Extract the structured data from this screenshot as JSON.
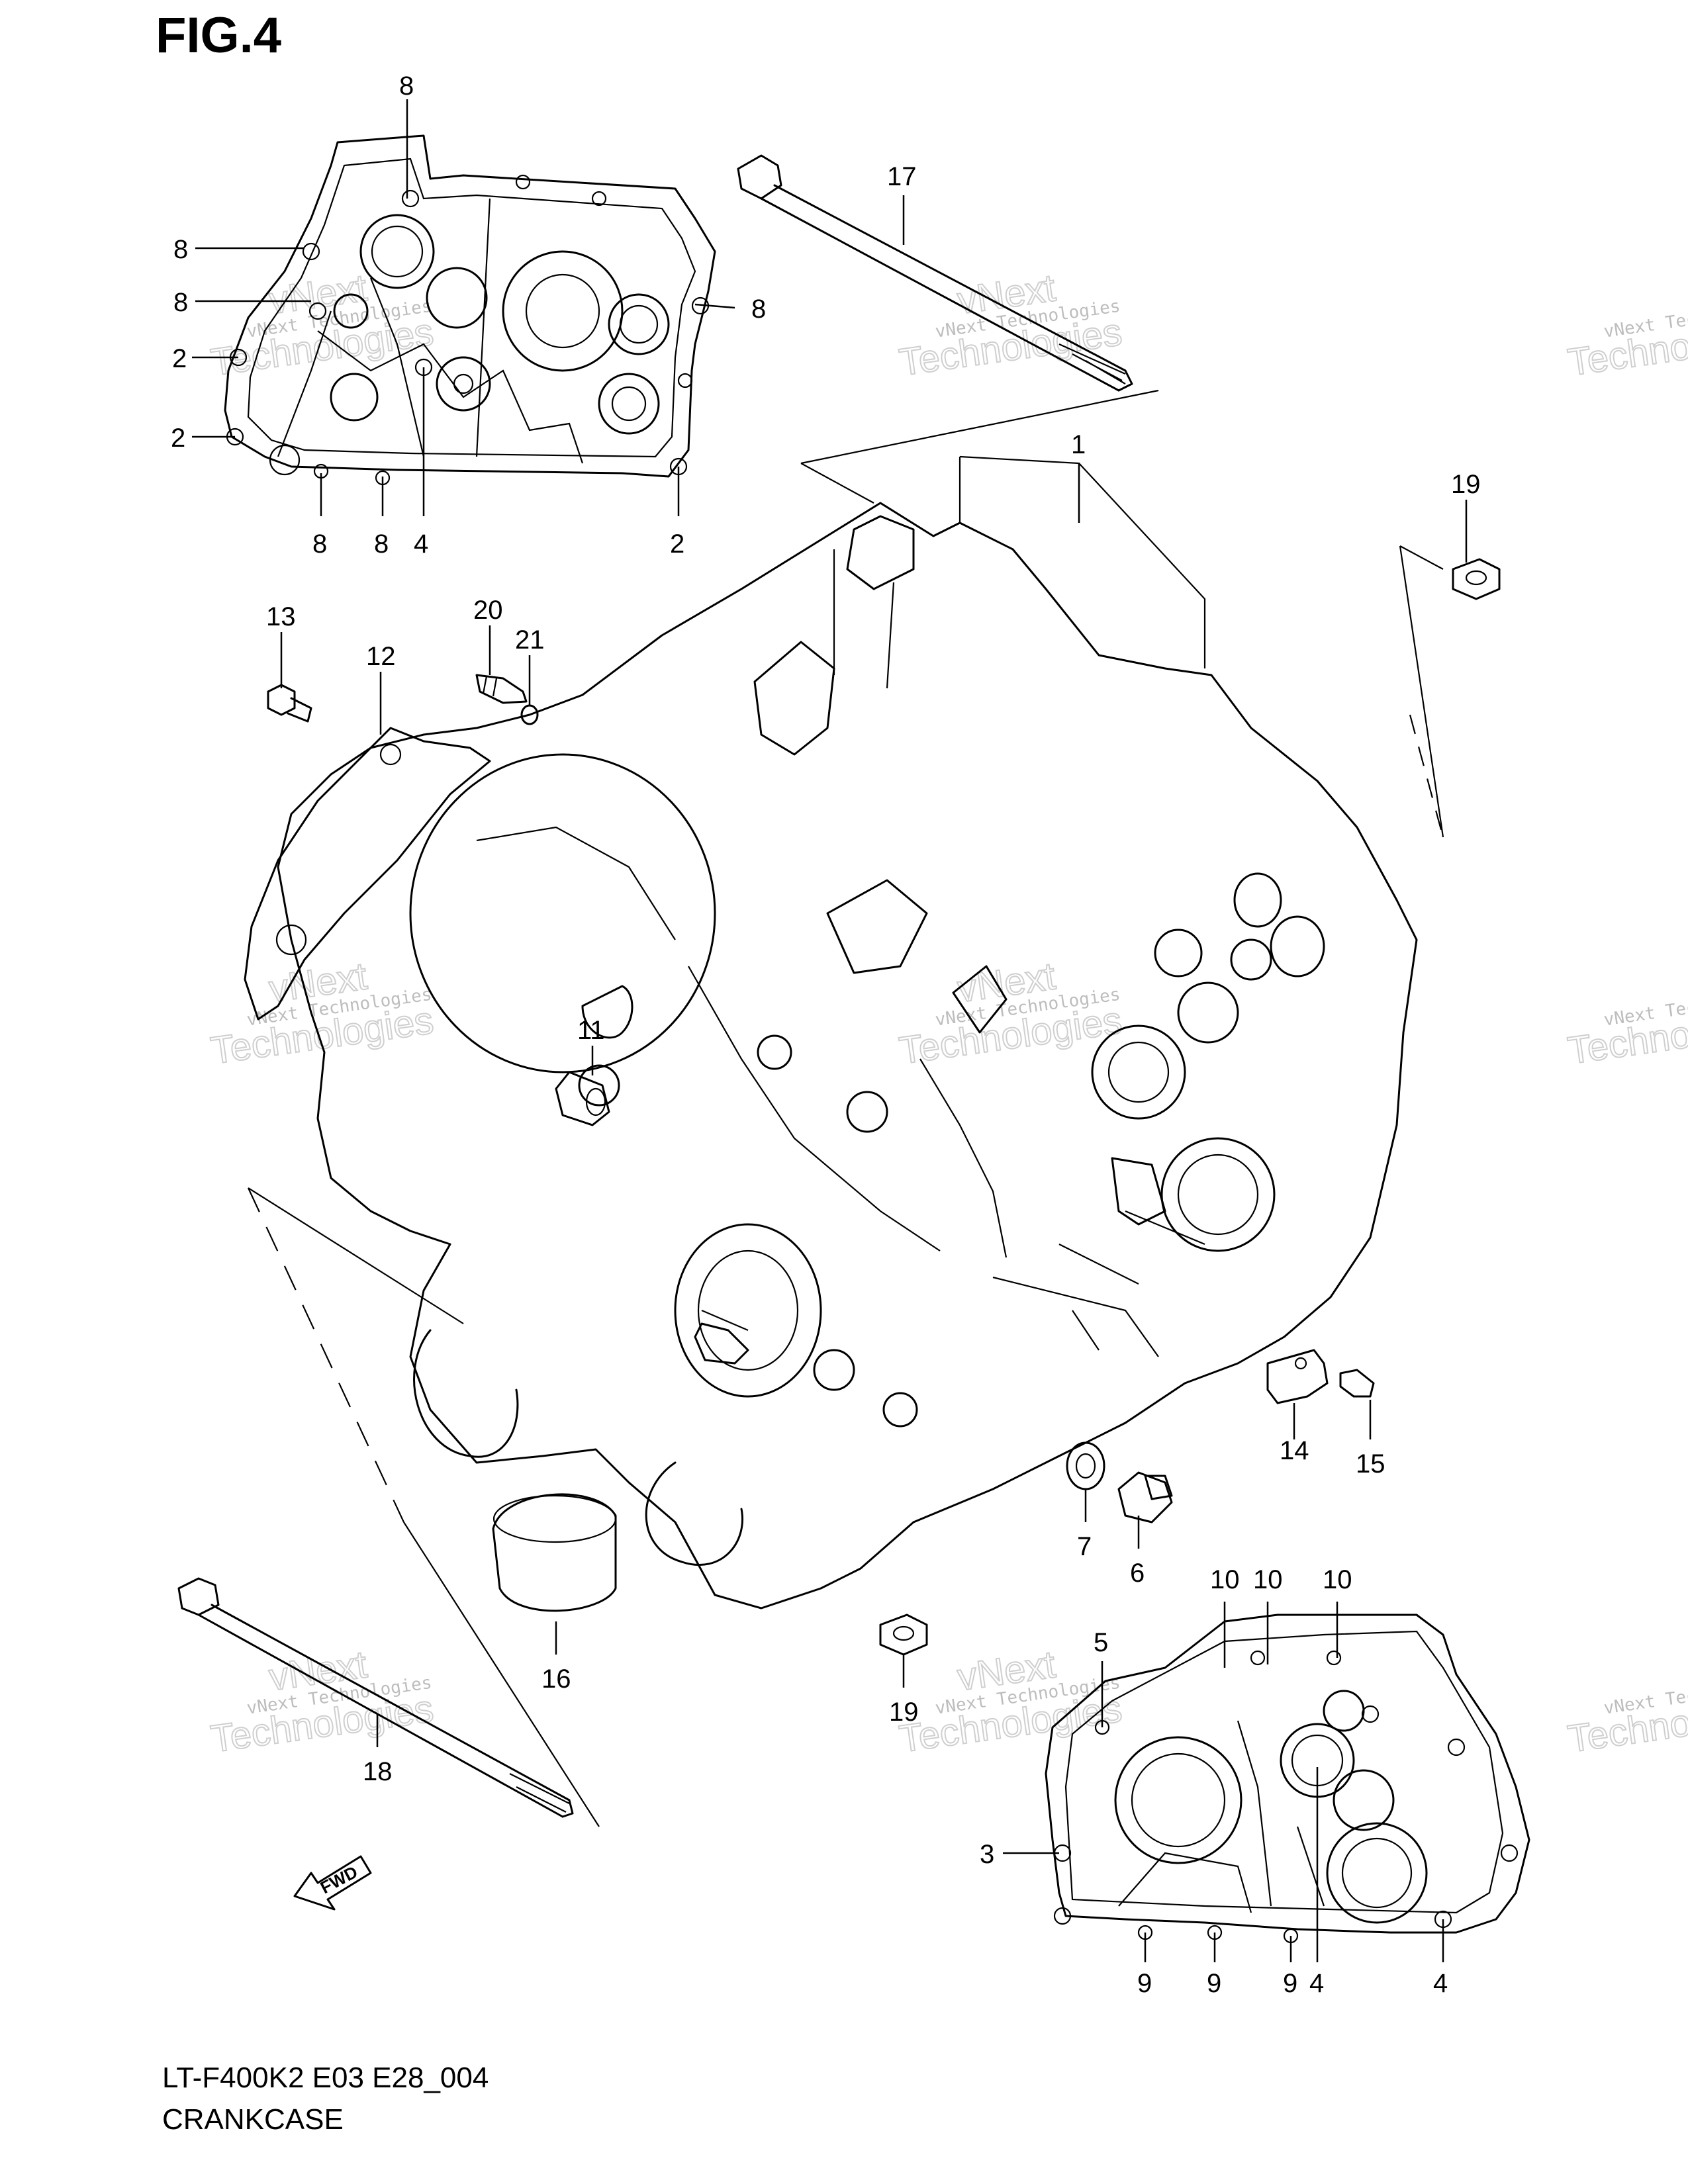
{
  "figure": {
    "title": "FIG.4",
    "model_code": "LT-F400K2 E03 E28_004",
    "section_name": "CRANKCASE",
    "fwd_label": "FWD"
  },
  "watermark": {
    "line1": "vNext Technologies",
    "line2": "Technologies",
    "line3": "vNext"
  },
  "callouts": [
    {
      "id": "c-8a",
      "label": "8"
    },
    {
      "id": "c-8b",
      "label": "8"
    },
    {
      "id": "c-8c",
      "label": "8"
    },
    {
      "id": "c-8d",
      "label": "8"
    },
    {
      "id": "c-2a",
      "label": "2"
    },
    {
      "id": "c-2b",
      "label": "2"
    },
    {
      "id": "c-8e",
      "label": "8"
    },
    {
      "id": "c-8f",
      "label": "8"
    },
    {
      "id": "c-4a",
      "label": "4"
    },
    {
      "id": "c-2c",
      "label": "2"
    },
    {
      "id": "c-17",
      "label": "17"
    },
    {
      "id": "c-1",
      "label": "1"
    },
    {
      "id": "c-19a",
      "label": "19"
    },
    {
      "id": "c-13",
      "label": "13"
    },
    {
      "id": "c-20",
      "label": "20"
    },
    {
      "id": "c-21",
      "label": "21"
    },
    {
      "id": "c-12",
      "label": "12"
    },
    {
      "id": "c-11",
      "label": "11"
    },
    {
      "id": "c-14",
      "label": "14"
    },
    {
      "id": "c-15",
      "label": "15"
    },
    {
      "id": "c-7",
      "label": "7"
    },
    {
      "id": "c-6",
      "label": "6"
    },
    {
      "id": "c-16",
      "label": "16"
    },
    {
      "id": "c-19b",
      "label": "19"
    },
    {
      "id": "c-18",
      "label": "18"
    },
    {
      "id": "c-10a",
      "label": "10"
    },
    {
      "id": "c-10b",
      "label": "10"
    },
    {
      "id": "c-10c",
      "label": "10"
    },
    {
      "id": "c-5",
      "label": "5"
    },
    {
      "id": "c-3",
      "label": "3"
    },
    {
      "id": "c-9a",
      "label": "9"
    },
    {
      "id": "c-9b",
      "label": "9"
    },
    {
      "id": "c-9c",
      "label": "9"
    },
    {
      "id": "c-4b",
      "label": "4"
    },
    {
      "id": "c-4c",
      "label": "4"
    }
  ]
}
